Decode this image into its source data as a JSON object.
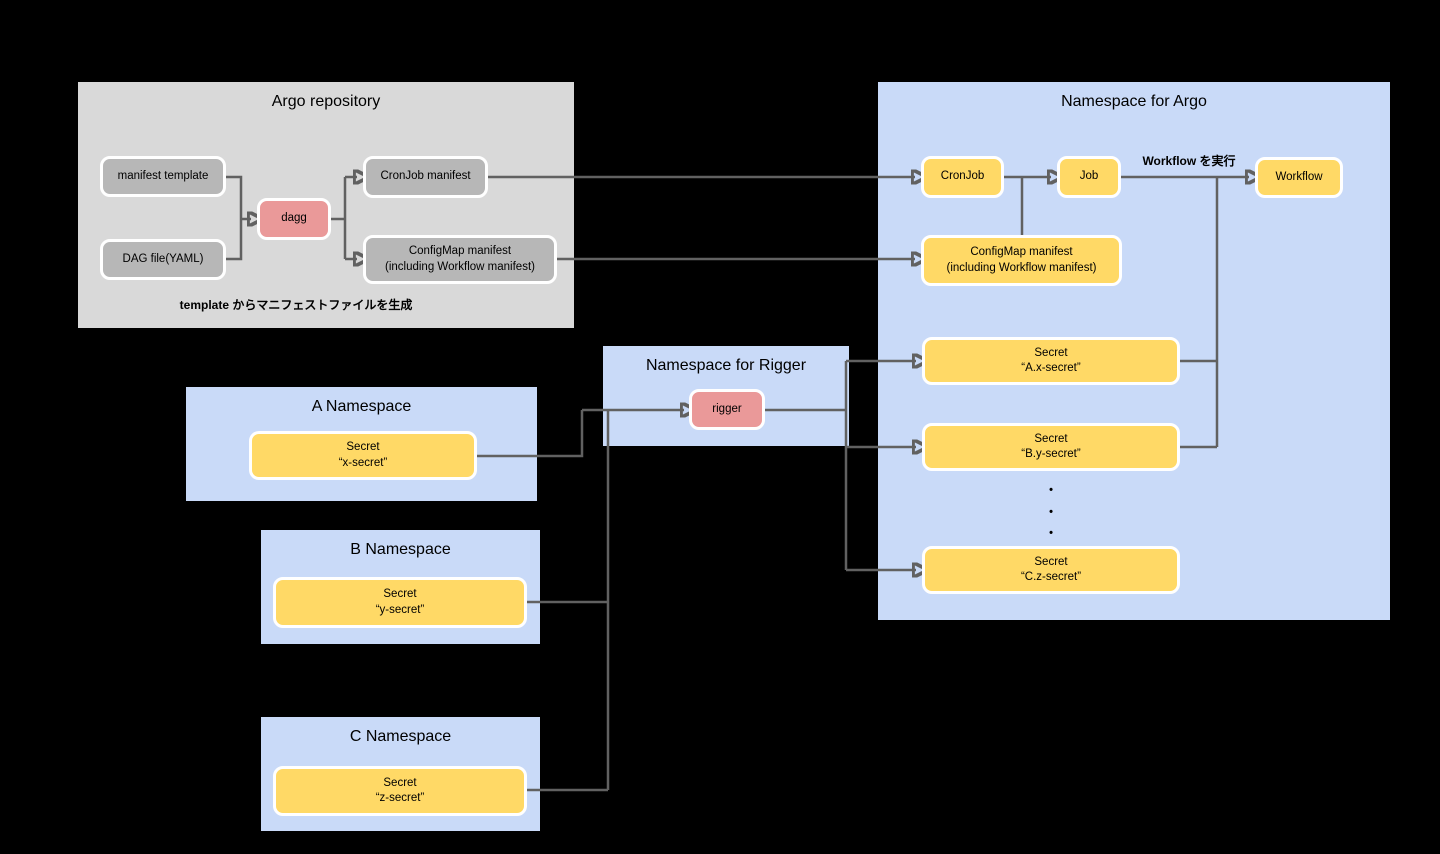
{
  "colors": {
    "background": "#000000",
    "container_gray": "#d9d9d9",
    "container_blue": "#c9daf8",
    "node_gray": "#b7b7b7",
    "node_red": "#ea9999",
    "node_yellow": "#ffd966",
    "node_border": "#ffffff",
    "connector": "#616161",
    "text": "#000000"
  },
  "argo_repository": {
    "title": "Argo repository",
    "caption": "template からマニフェストファイルを生成",
    "manifest_template": "manifest template",
    "dag_file": "DAG file(YAML)",
    "dagg": "dagg",
    "cronjob_manifest": "CronJob manifest",
    "configmap_manifest": [
      "ConfigMap manifest",
      "(including Workflow manifest)"
    ]
  },
  "namespace_argo": {
    "title": "Namespace for Argo",
    "workflow_exec_label": "Workflow を実行",
    "cronjob": "CronJob",
    "job": "Job",
    "workflow": "Workflow",
    "configmap_manifest": [
      "ConfigMap manifest",
      "(including Workflow manifest)"
    ],
    "secret_ax": [
      "Secret",
      "“A.x-secret”"
    ],
    "secret_by": [
      "Secret",
      "“B.y-secret”"
    ],
    "secret_cz": [
      "Secret",
      "“C.z-secret”"
    ],
    "ellipsis": [
      "•",
      "•",
      "•"
    ]
  },
  "namespace_rigger": {
    "title": "Namespace for Rigger",
    "rigger": "rigger"
  },
  "namespace_a": {
    "title": "A Namespace",
    "secret": [
      "Secret",
      "“x-secret”"
    ]
  },
  "namespace_b": {
    "title": "B Namespace",
    "secret": [
      "Secret",
      "“y-secret”"
    ]
  },
  "namespace_c": {
    "title": "C Namespace",
    "secret": [
      "Secret",
      "“z-secret”"
    ]
  }
}
